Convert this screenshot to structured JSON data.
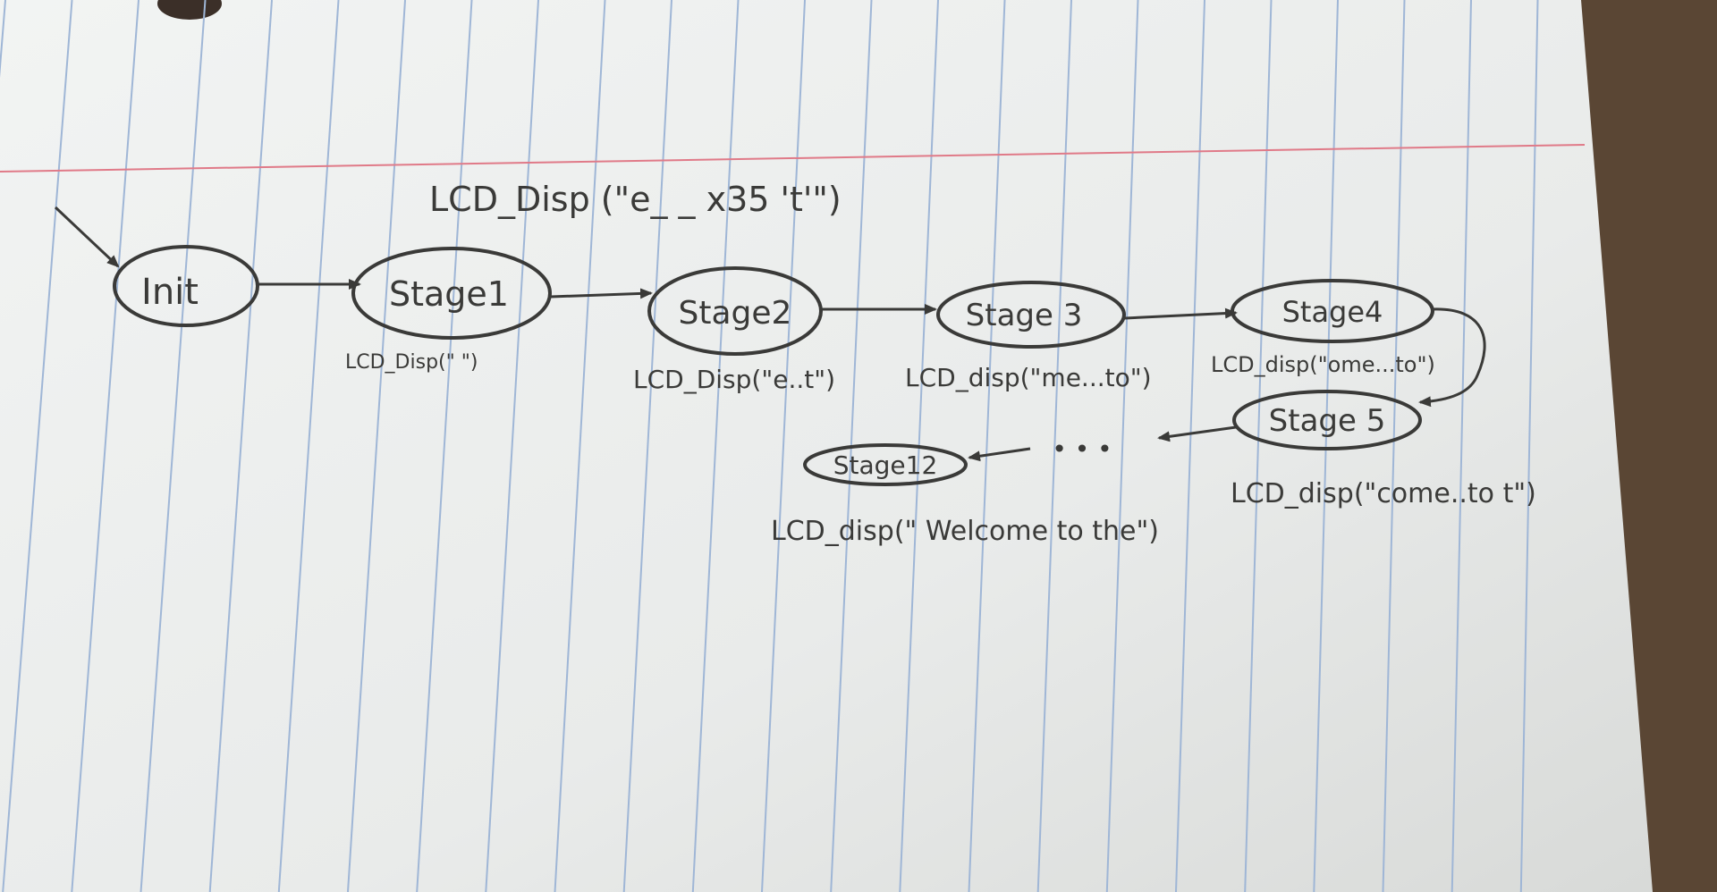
{
  "diagram": {
    "title_label": "LCD_Disp (\"e_ _ x35 't'\")",
    "states": [
      {
        "id": "init",
        "label": "Init"
      },
      {
        "id": "stage1",
        "label": "Stage1"
      },
      {
        "id": "stage2",
        "label": "Stage2"
      },
      {
        "id": "stage3",
        "label": "Stage 3"
      },
      {
        "id": "stage4",
        "label": "Stage4"
      },
      {
        "id": "stage5",
        "label": "Stage 5"
      },
      {
        "id": "stage12",
        "label": "Stage12"
      }
    ],
    "ellipsis": "• • •",
    "captions": {
      "stage1": "LCD_Disp(\" \")",
      "stage2": "LCD_Disp(\"e..t\")",
      "stage3": "LCD_disp(\"me...to\")",
      "stage4": "LCD_disp(\"ome...to\")",
      "stage5": "LCD_disp(\"come..to t\")",
      "stage12": "LCD_disp(\" Welcome to the\")"
    },
    "colors": {
      "paper": "#eef0ef",
      "rule_blue": "#9fb6d6",
      "margin_red": "#e07a88",
      "pencil": "#3a3a38",
      "desk": "#5a4634"
    }
  }
}
